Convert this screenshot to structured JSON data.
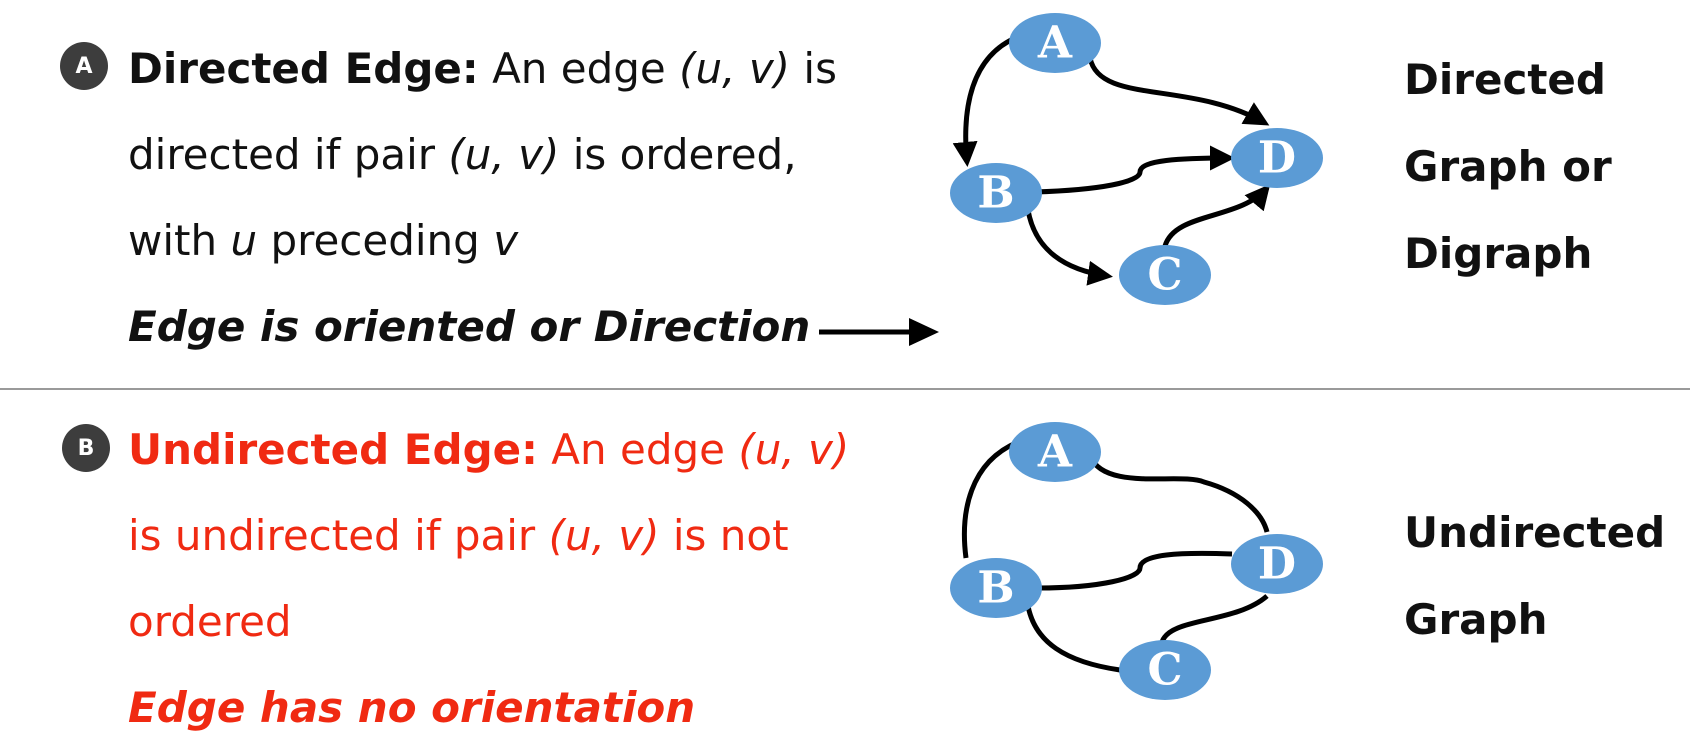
{
  "sections": {
    "directed": {
      "badge": "A",
      "term": "Directed Edge:",
      "def_1a": " An edge ",
      "uv1": "(u, v)",
      "def_1b": " is",
      "def_2a": "directed if pair ",
      "uv2": "(u, v)",
      "def_2b": " is ordered,",
      "def_3a": "with ",
      "u": "u",
      "def_3b": " preceding ",
      "v": "v",
      "conclusion": "Edge is oriented or Direction",
      "graph_label_lines": [
        "Directed",
        "Graph or",
        "Digraph"
      ]
    },
    "undirected": {
      "badge": "B",
      "term": "Undirected Edge:",
      "def_1a": " An edge ",
      "uv1": "(u, v)",
      "def_2a": "is undirected if pair ",
      "uv2": "(u, v)",
      "def_2b": " is not",
      "def_3": "ordered",
      "conclusion": "Edge has no orientation",
      "graph_label_lines": [
        "Undirected",
        "Graph"
      ]
    }
  },
  "diagram": {
    "nodes": [
      "A",
      "B",
      "C",
      "D"
    ],
    "node_color": "#5b9bd5",
    "text_color": "#111111",
    "accent_color": "#f02a12"
  }
}
